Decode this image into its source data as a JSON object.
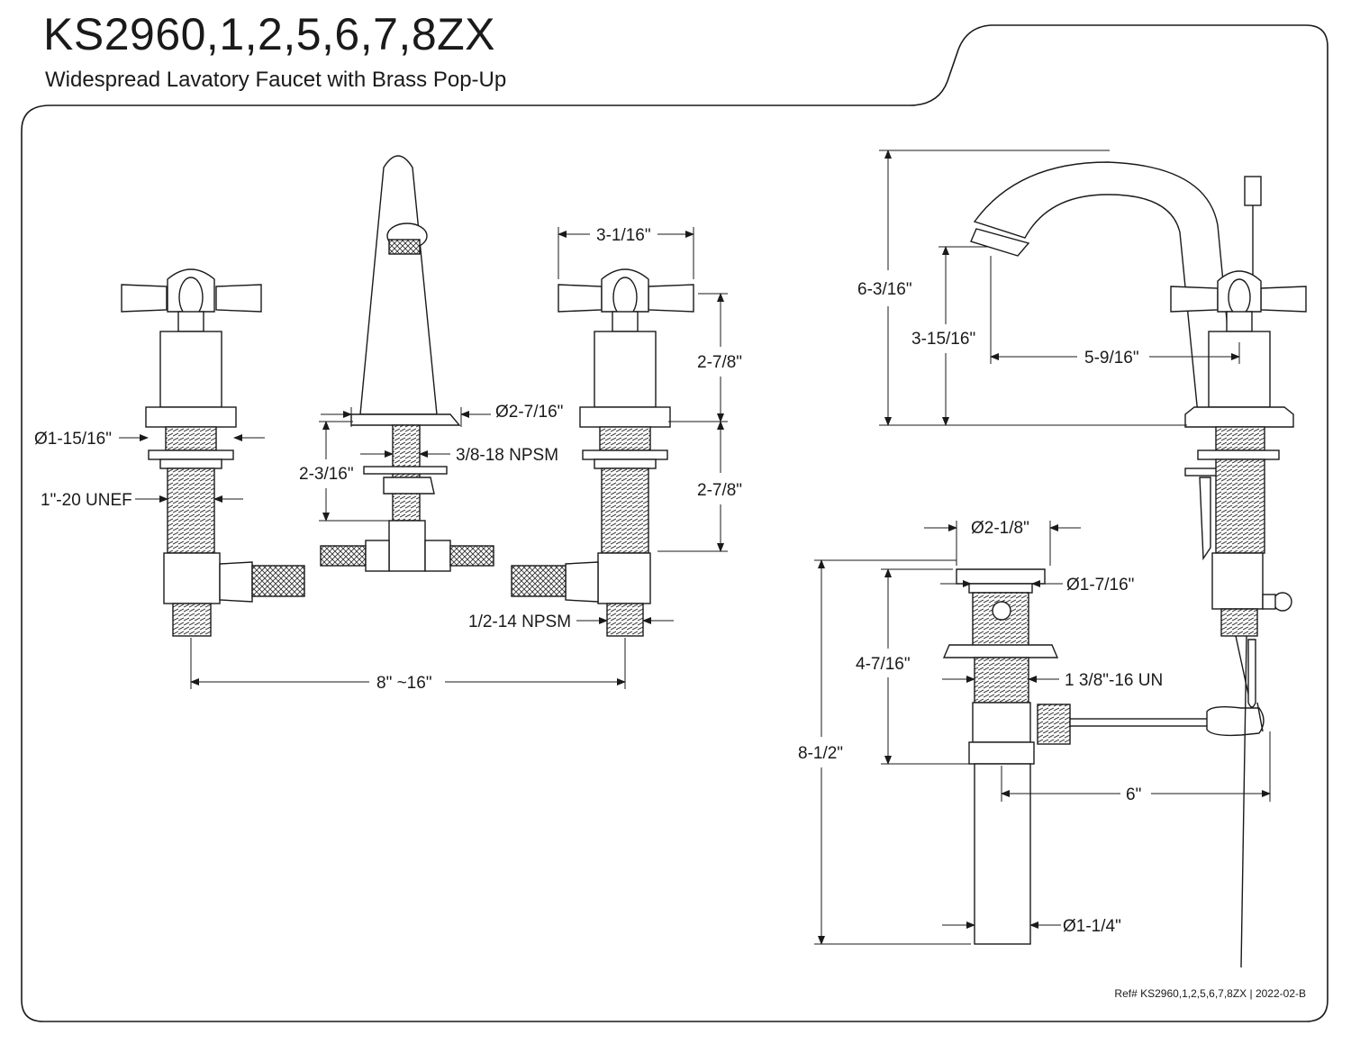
{
  "header": {
    "title": "KS2960,1,2,5,6,7,8ZX",
    "subtitle": "Widespread Lavatory Faucet with Brass Pop-Up"
  },
  "front_view": {
    "dim_handle_width": "3-1/16\"",
    "dim_handle_height": "2-7/8\"",
    "dim_shank_length": "2-7/8\"",
    "dim_spout_base": "Ø2-7/16\"",
    "dim_flange_dia": "Ø1-15/16\"",
    "dim_spout_shank": "2-3/16\"",
    "dim_spout_thread": "3/8-18 NPSM",
    "dim_valve_thread": "1\"-20 UNEF",
    "dim_inlet_thread": "1/2-14 NPSM",
    "dim_spread": "8\" ~16\""
  },
  "side_view": {
    "dim_total_height": "6-3/16\"",
    "dim_aerator_height": "3-15/16\"",
    "dim_reach": "5-9/16\""
  },
  "popup_view": {
    "dim_flange": "Ø2-1/8\"",
    "dim_body": "Ø1-7/16\"",
    "dim_body_length": "4-7/16\"",
    "dim_thread": "1 3/8\"-16 UN",
    "dim_overall": "8-1/2\"",
    "dim_rod": "6\"",
    "dim_tail": "Ø1-1/4\""
  },
  "footer": {
    "reference": "Ref# KS2960,1,2,5,6,7,8ZX | 2022-02-B"
  }
}
